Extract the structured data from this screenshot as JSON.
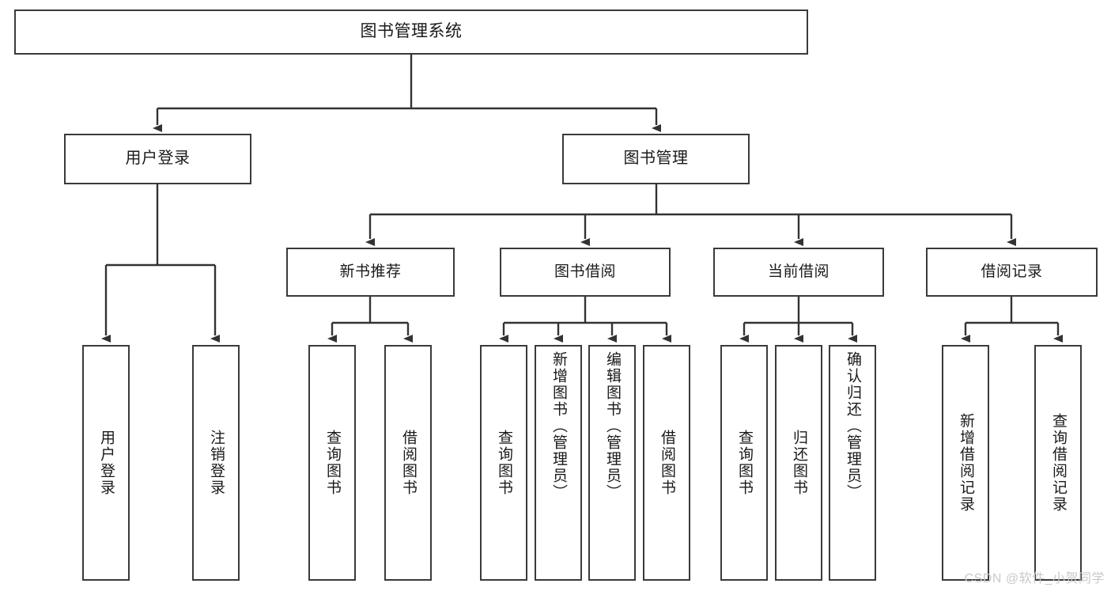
{
  "diagram": {
    "title": "图书管理系统",
    "type": "tree",
    "watermark": "CSDN @软件_小贺同学",
    "colors": {
      "box_border": "#3a3a3a",
      "box_fill": "#ffffff",
      "edge": "#333333",
      "text": "#1a1a1a",
      "watermark": "#c9c9c9",
      "background": "#ffffff"
    },
    "levels": {
      "root": {
        "label": "图书管理系统"
      },
      "level2": [
        {
          "label": "用户登录"
        },
        {
          "label": "图书管理"
        }
      ],
      "level3": [
        {
          "label": "新书推荐"
        },
        {
          "label": "图书借阅"
        },
        {
          "label": "当前借阅"
        },
        {
          "label": "借阅记录"
        }
      ],
      "leaves": [
        {
          "label": "用户登录",
          "parent": "用户登录"
        },
        {
          "label": "注销登录",
          "parent": "用户登录"
        },
        {
          "label": "查询图书",
          "parent": "新书推荐"
        },
        {
          "label": "借阅图书",
          "parent": "新书推荐"
        },
        {
          "label": "查询图书",
          "parent": "图书借阅"
        },
        {
          "label": "新增图书（管理员）",
          "parent": "图书借阅"
        },
        {
          "label": "编辑图书（管理员）",
          "parent": "图书借阅"
        },
        {
          "label": "借阅图书",
          "parent": "图书借阅"
        },
        {
          "label": "查询图书",
          "parent": "当前借阅"
        },
        {
          "label": "归还图书",
          "parent": "当前借阅"
        },
        {
          "label": "确认归还（管理员）",
          "parent": "当前借阅"
        },
        {
          "label": "新增借阅记录",
          "parent": "借阅记录"
        },
        {
          "label": "查询借阅记录",
          "parent": "借阅记录"
        }
      ]
    }
  }
}
